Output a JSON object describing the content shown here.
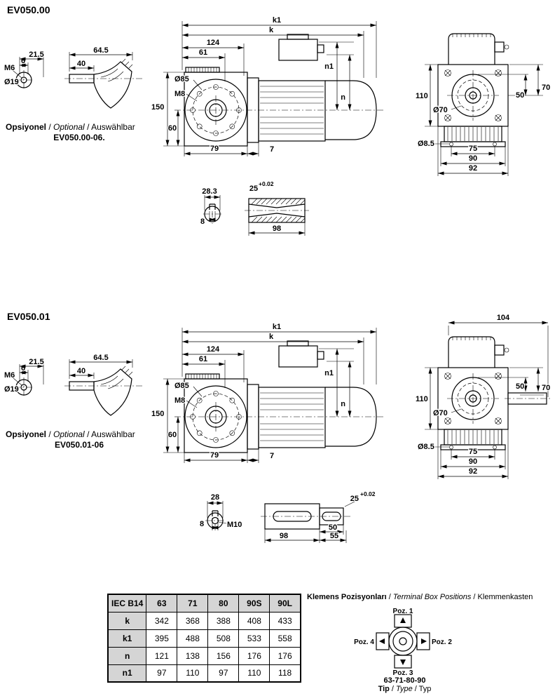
{
  "s1": {
    "title": "EV050.00",
    "opt": {
      "b": "Opsiyonel",
      "sep1": " / ",
      "i": "Optional",
      "sep2": " / ",
      "r": "Auswählbar",
      "code": "EV050.00-06."
    },
    "shaft": {
      "m6": "M6",
      "w6": "6",
      "w215": "21.5",
      "d19": "Ø19",
      "w40": "40",
      "w645": "64.5"
    },
    "main": {
      "k1": "k1",
      "k": "k",
      "w124": "124",
      "w61": "61",
      "n1": "n1",
      "n": "n",
      "d85": "Ø85",
      "m8": "M8",
      "h150": "150",
      "h60": "60",
      "w79": "79",
      "w7": "7"
    },
    "rear": {
      "h110": "110",
      "d70": "Ø70",
      "h50": "50",
      "h70": "70",
      "d85h": "Ø8.5",
      "w75": "75",
      "w90": "90",
      "w92": "92"
    },
    "bore": {
      "w283": "28.3",
      "w8": "8",
      "d25": "25",
      "tol": "+0.02",
      "l98": "98"
    }
  },
  "s2": {
    "title": "EV050.01",
    "opt": {
      "b": "Opsiyonel",
      "sep1": " / ",
      "i": "Optional",
      "sep2": " / ",
      "r": "Auswählbar",
      "code": "EV050.01-06"
    },
    "shaft": {
      "m6": "M6",
      "w6": "6",
      "w215": "21.5",
      "d19": "Ø19",
      "w40": "40",
      "w645": "64.5"
    },
    "main": {
      "k1": "k1",
      "k": "k",
      "w124": "124",
      "w61": "61",
      "n1": "n1",
      "n": "n",
      "d85": "Ø85",
      "m8": "M8",
      "h150": "150",
      "h60": "60",
      "w79": "79",
      "w7": "7"
    },
    "rear": {
      "w104": "104",
      "h110": "110",
      "d70": "Ø70",
      "h50": "50",
      "h70": "70",
      "d85h": "Ø8.5",
      "w75": "75",
      "w90": "90",
      "w92": "92"
    },
    "key": {
      "w28": "28",
      "w8": "8",
      "m10": "M10",
      "d25": "25",
      "tol": "+0.02",
      "l98": "98",
      "l50": "50",
      "l55": "55"
    }
  },
  "table": {
    "header": [
      "IEC B14",
      "63",
      "71",
      "80",
      "90S",
      "90L"
    ],
    "rows": [
      {
        "label": "k",
        "values": [
          "342",
          "368",
          "388",
          "408",
          "433"
        ]
      },
      {
        "label": "k1",
        "values": [
          "395",
          "488",
          "508",
          "533",
          "558"
        ]
      },
      {
        "label": "n",
        "values": [
          "121",
          "138",
          "156",
          "176",
          "176"
        ]
      },
      {
        "label": "n1",
        "values": [
          "97",
          "110",
          "97",
          "110",
          "118"
        ]
      }
    ]
  },
  "terminal": {
    "title_b": "Klemens Pozisyonları",
    "title_sep1": " / ",
    "title_i": "Terminal Box Positions",
    "title_sep2": " / ",
    "title_r": "Klemmenkasten",
    "poz1": "Poz. 1",
    "poz2": "Poz. 2",
    "poz3": "Poz. 3",
    "poz4": "Poz. 4",
    "sizes": "63-71-80-90",
    "tip_b": "Tip",
    "tip_sep1": " / ",
    "tip_i": "Type",
    "tip_sep2": " / ",
    "tip_r": "Typ"
  }
}
